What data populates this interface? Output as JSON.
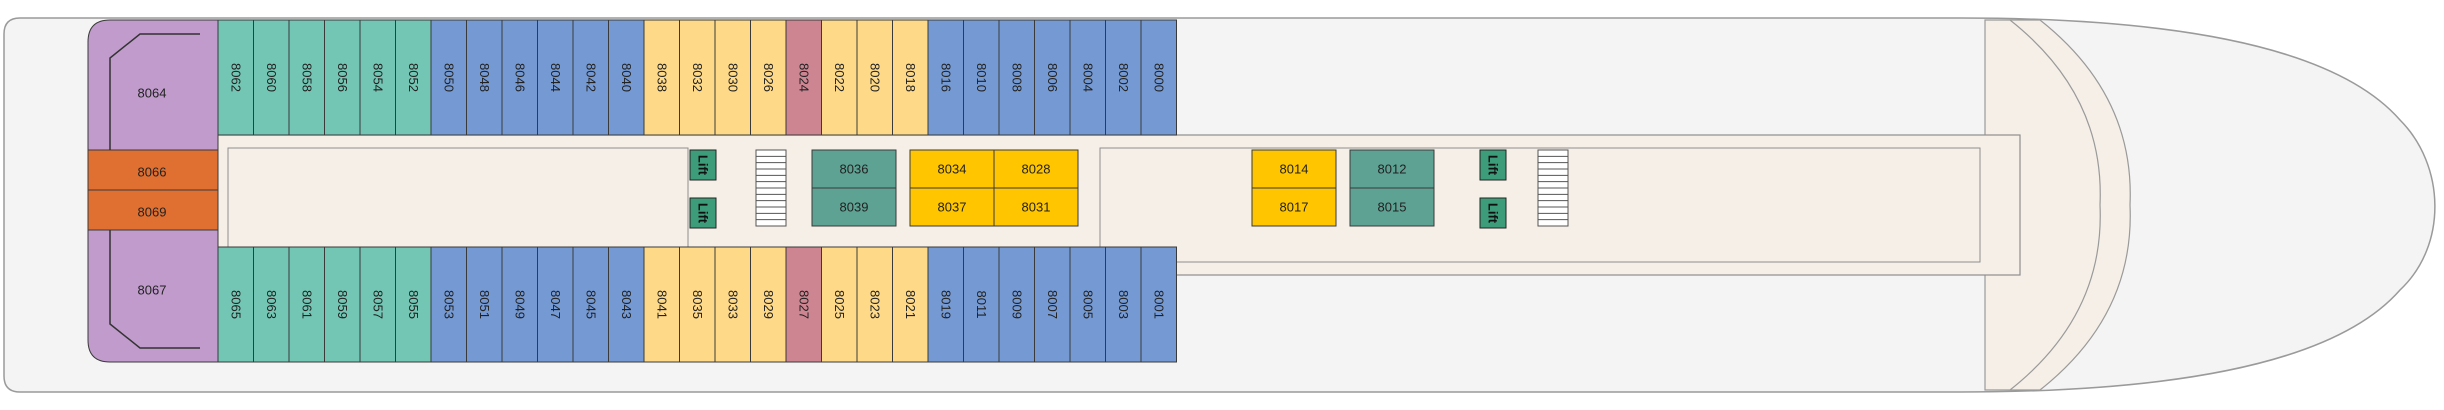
{
  "deck_plan": {
    "colors": {
      "hull": "#f4f4f4",
      "hull_stroke": "#9a9a9a",
      "corridor": "#f5efe7",
      "corridor_stroke": "#8e8e8e",
      "teal": "#73c6b4",
      "blue": "#7499d3",
      "yellow": "#fed987",
      "rose": "#cd8592",
      "purple": "#c09bcc",
      "orange": "#e07031",
      "dark_teal": "#5da293",
      "gold": "#ffc600",
      "lift": "#3d9d7b",
      "cabin_stroke": "#3a3a3a"
    },
    "top_row": [
      {
        "id": "8062",
        "color": "teal"
      },
      {
        "id": "8060",
        "color": "teal"
      },
      {
        "id": "8058",
        "color": "teal"
      },
      {
        "id": "8056",
        "color": "teal"
      },
      {
        "id": "8054",
        "color": "teal"
      },
      {
        "id": "8052",
        "color": "teal"
      },
      {
        "id": "8050",
        "color": "blue"
      },
      {
        "id": "8048",
        "color": "blue"
      },
      {
        "id": "8046",
        "color": "blue"
      },
      {
        "id": "8044",
        "color": "blue"
      },
      {
        "id": "8042",
        "color": "blue"
      },
      {
        "id": "8040",
        "color": "blue"
      },
      {
        "id": "8038",
        "color": "yellow"
      },
      {
        "id": "8032",
        "color": "yellow"
      },
      {
        "id": "8030",
        "color": "yellow"
      },
      {
        "id": "8026",
        "color": "yellow"
      },
      {
        "id": "8024",
        "color": "rose"
      },
      {
        "id": "8022",
        "color": "yellow"
      },
      {
        "id": "8020",
        "color": "yellow"
      },
      {
        "id": "8018",
        "color": "yellow"
      },
      {
        "id": "8016",
        "color": "blue"
      },
      {
        "id": "8010",
        "color": "blue"
      },
      {
        "id": "8008",
        "color": "blue"
      },
      {
        "id": "8006",
        "color": "blue"
      },
      {
        "id": "8004",
        "color": "blue"
      },
      {
        "id": "8002",
        "color": "blue"
      },
      {
        "id": "8000",
        "color": "blue"
      }
    ],
    "bottom_row": [
      {
        "id": "8065",
        "color": "teal"
      },
      {
        "id": "8063",
        "color": "teal"
      },
      {
        "id": "8061",
        "color": "teal"
      },
      {
        "id": "8059",
        "color": "teal"
      },
      {
        "id": "8057",
        "color": "teal"
      },
      {
        "id": "8055",
        "color": "teal"
      },
      {
        "id": "8053",
        "color": "blue"
      },
      {
        "id": "8051",
        "color": "blue"
      },
      {
        "id": "8049",
        "color": "blue"
      },
      {
        "id": "8047",
        "color": "blue"
      },
      {
        "id": "8045",
        "color": "blue"
      },
      {
        "id": "8043",
        "color": "blue"
      },
      {
        "id": "8041",
        "color": "yellow"
      },
      {
        "id": "8035",
        "color": "yellow"
      },
      {
        "id": "8033",
        "color": "yellow"
      },
      {
        "id": "8029",
        "color": "yellow"
      },
      {
        "id": "8027",
        "color": "rose"
      },
      {
        "id": "8025",
        "color": "yellow"
      },
      {
        "id": "8023",
        "color": "yellow"
      },
      {
        "id": "8021",
        "color": "yellow"
      },
      {
        "id": "8019",
        "color": "blue"
      },
      {
        "id": "8011",
        "color": "blue"
      },
      {
        "id": "8009",
        "color": "blue"
      },
      {
        "id": "8007",
        "color": "blue"
      },
      {
        "id": "8005",
        "color": "blue"
      },
      {
        "id": "8003",
        "color": "blue"
      },
      {
        "id": "8001",
        "color": "blue"
      }
    ],
    "aft_suites": [
      {
        "id": "8064",
        "color": "purple"
      },
      {
        "id": "8066",
        "color": "orange"
      },
      {
        "id": "8069",
        "color": "orange"
      },
      {
        "id": "8067",
        "color": "purple"
      }
    ],
    "inside_cabins": [
      {
        "id": "8036",
        "color": "dark_teal"
      },
      {
        "id": "8039",
        "color": "dark_teal"
      },
      {
        "id": "8034",
        "color": "gold"
      },
      {
        "id": "8028",
        "color": "gold"
      },
      {
        "id": "8037",
        "color": "gold"
      },
      {
        "id": "8031",
        "color": "gold"
      },
      {
        "id": "8014",
        "color": "gold"
      },
      {
        "id": "8017",
        "color": "gold"
      },
      {
        "id": "8012",
        "color": "dark_teal"
      },
      {
        "id": "8015",
        "color": "dark_teal"
      }
    ],
    "lift_label": "Lift"
  }
}
